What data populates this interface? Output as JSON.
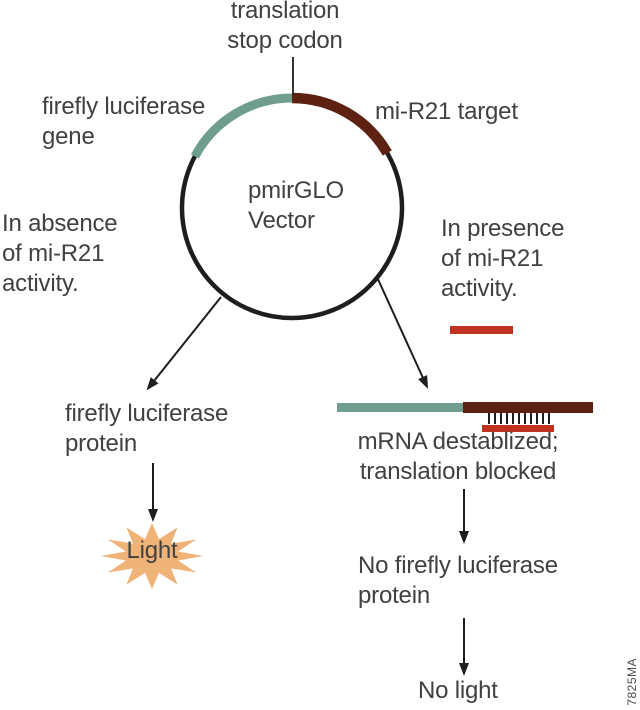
{
  "figure": {
    "plasmid": {
      "name": "pmirGLO\nVector",
      "stop_codon_label": "translation\nstop codon",
      "gene_label": "firefly luciferase\ngene",
      "target_label": "mi-R21 target"
    },
    "left_branch": {
      "condition": "In absence\nof mi-R21\nactivity.",
      "product": "firefly luciferase\nprotein",
      "result": "Light"
    },
    "right_branch": {
      "condition": "In presence\nof mi-R21\nactivity.",
      "mrna_status": "mRNA destablized;\ntranslation blocked",
      "product": "No firefly luciferase\nprotein",
      "result": "No light"
    },
    "figure_code": "7825MA",
    "colors": {
      "luciferase_gene_teal": "#6f9e8e",
      "mir21_target_maroon": "#5d2112",
      "mir21_red": "#c0311f",
      "light_burst_tan": "#f0b377",
      "line_black": "#1e1e1e",
      "text_gray": "#414141"
    }
  }
}
